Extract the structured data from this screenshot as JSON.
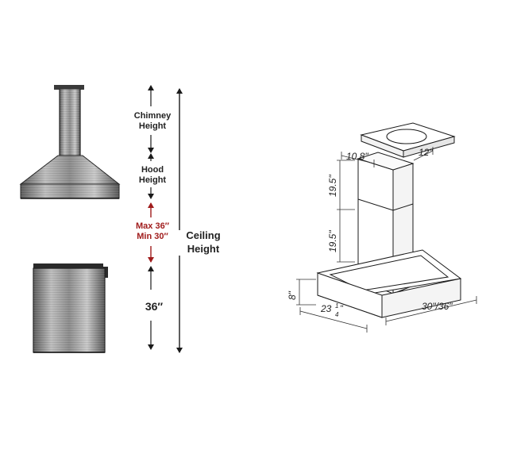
{
  "colors": {
    "ink": "#1a1a1a",
    "accent_red": "#a01c1c",
    "steel_light": "#b8b8b8",
    "steel_dark": "#4a4a4a"
  },
  "left_panel": {
    "chimney_label_line1": "Chimney",
    "chimney_label_line2": "Height",
    "hood_label_line1": "Hood",
    "hood_label_line2": "Height",
    "clearance_max": "Max 36″",
    "clearance_min": "Min 30″",
    "counter_height": "36″",
    "ceiling_label_line1": "Ceiling",
    "ceiling_label_line2": "Height"
  },
  "right_panel": {
    "top_width": "10.8\"",
    "top_depth": "12\"",
    "upper_section": "19.5\"",
    "lower_section": "19.5\"",
    "base_height": "8\"",
    "base_depth_whole": "23",
    "base_depth_num": "1",
    "base_depth_den": "4",
    "base_depth_unit": "\"",
    "base_width": "30\"/36\""
  }
}
